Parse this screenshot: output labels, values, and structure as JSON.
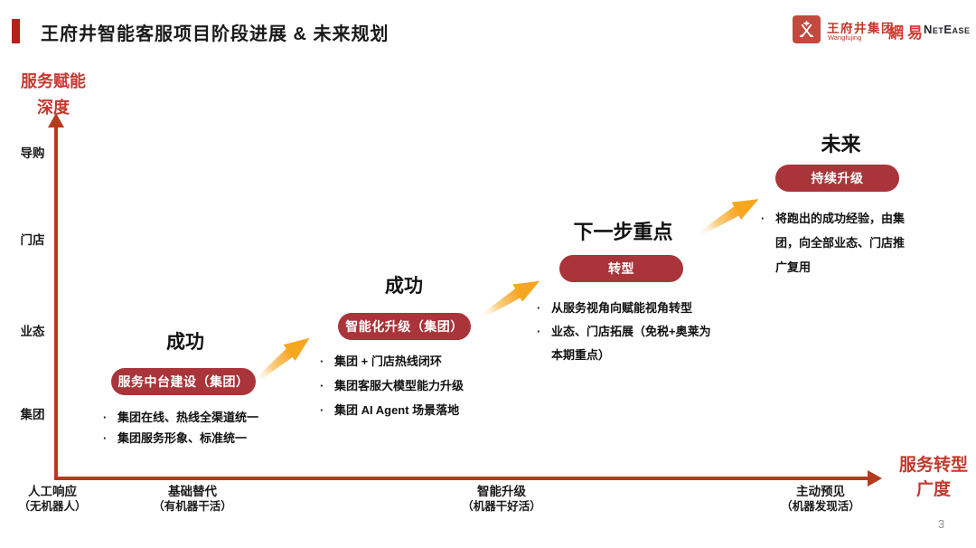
{
  "page": {
    "title": "王府井智能客服项目阶段进展 & 未来规划",
    "page_number": "3"
  },
  "logos": {
    "wangfujing_name": "王府井集团",
    "wangfujing_sub": "Wangfujing",
    "netease_cn": "網易",
    "netease_en": "NetEase"
  },
  "axes": {
    "y_title_line1": "服务赋能",
    "y_title_line2": "深度",
    "y_ticks": [
      "导购",
      "门店",
      "业态",
      "集团"
    ],
    "x_title_line1": "服务转型",
    "x_title_line2": "广度",
    "x_ticks": [
      {
        "line1": "人工响应",
        "line2": "（无机器人）"
      },
      {
        "line1": "基础替代",
        "line2": "（有机器干活）"
      },
      {
        "line1": "智能升级",
        "line2": "（机器干好活）"
      },
      {
        "line1": "主动预见",
        "line2": "（机器发现活）"
      }
    ]
  },
  "stages": [
    {
      "header": "成功",
      "badge": "服务中台建设（集团）",
      "bullets": [
        "集团在线、热线全渠道统一",
        "集团服务形象、标准统一"
      ]
    },
    {
      "header": "成功",
      "badge": "智能化升级（集团）",
      "bullets": [
        "集团 + 门店热线闭环",
        "集团客服大模型能力升级",
        "集团 AI Agent 场景落地"
      ]
    },
    {
      "header": "下一步重点",
      "badge": "转型",
      "bullets": [
        "从服务视角向赋能视角转型",
        "业态、门店拓展（免税+奥莱为本期重点）"
      ]
    },
    {
      "header": "未来",
      "badge": "持续升级",
      "bullets": [
        "将跑出的成功经验，由集团，向全部业态、门店推广复用"
      ]
    }
  ],
  "colors": {
    "title_bar_red": "#b42318",
    "axis_red": "#b43b1e",
    "accent_text_red": "#c3392e",
    "badge_red": "#a93439",
    "arrow_orange": "#f6a31f",
    "wangfujing_red": "#c0392b",
    "netease_red": "#d43c33",
    "netease_dark": "#23262d",
    "page_number_gray": "#8f8f8f"
  }
}
